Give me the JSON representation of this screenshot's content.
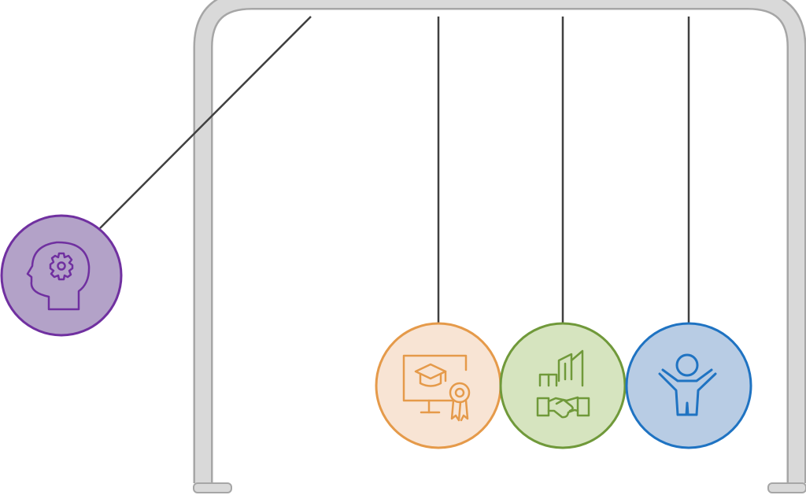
{
  "diagram": {
    "kind": "newtons-cradle",
    "frame_color": "#d9d9d9",
    "frame_stroke": "#a6a6a6",
    "string_color": "#404040",
    "balls": [
      {
        "name": "mind-ball",
        "icon": "head-gear-icon",
        "fill": "#b3a2c8",
        "stroke": "#7030a0",
        "swung": true
      },
      {
        "name": "education-ball",
        "icon": "online-certificate-icon",
        "fill": "#f8e4d4",
        "stroke": "#e59a4a",
        "swung": false
      },
      {
        "name": "partnership-ball",
        "icon": "business-handshake-icon",
        "fill": "#d6e4bf",
        "stroke": "#70993a",
        "swung": false
      },
      {
        "name": "person-ball",
        "icon": "child-person-icon",
        "fill": "#b8cce4",
        "stroke": "#1f73c2",
        "swung": false
      }
    ]
  }
}
